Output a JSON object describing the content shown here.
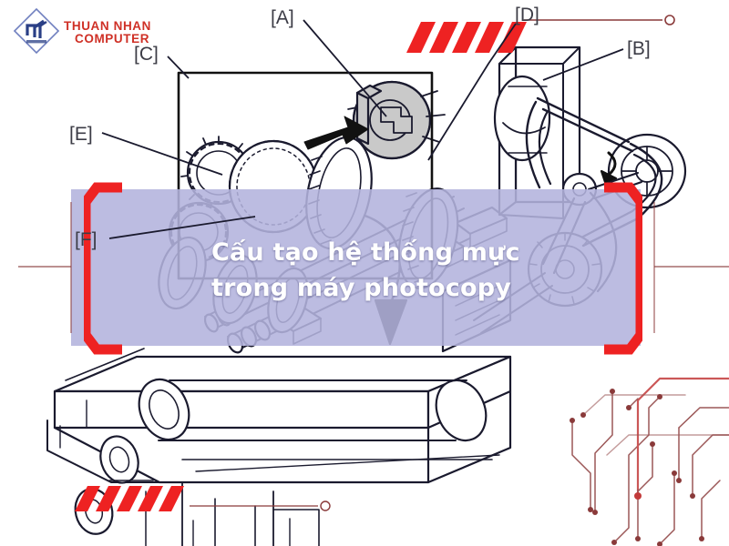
{
  "brand": {
    "line1": "THUAN NHAN",
    "line2": "COMPUTER",
    "logo_icon": "diamond-tn-monogram",
    "color": "#cf3026",
    "mark_color": "#2a3f86"
  },
  "title": {
    "text": "Cấu tạo hệ thống mực\ntrong máy photocopy",
    "line1": "Cấu tạo hệ thống mực",
    "line2": "trong máy photocopy",
    "color": "#ffffff"
  },
  "callouts": [
    {
      "id": "A",
      "label": "[A]"
    },
    {
      "id": "B",
      "label": "[B]"
    },
    {
      "id": "C",
      "label": "[C]"
    },
    {
      "id": "D",
      "label": "[D]"
    },
    {
      "id": "E",
      "label": "[E]"
    },
    {
      "id": "F",
      "label": "[F]"
    }
  ],
  "decor": {
    "band_color": "#b3b3dd",
    "bracket_color": "#ee2222",
    "stripe_color": "#ee2222",
    "trace_color": "#8a3a3a",
    "stripes_top_right": "diagonal-stripes",
    "stripes_bottom_left": "diagonal-stripes",
    "circuit_traces": "circuit-trace-decoration"
  },
  "diagram": {
    "name": "photocopier-toner-drive-line-drawing",
    "line_color": "#1a1a2e",
    "highlight_gear_fill": "#c9c9c9",
    "inset_box": "magnified-gear-detail-box"
  }
}
